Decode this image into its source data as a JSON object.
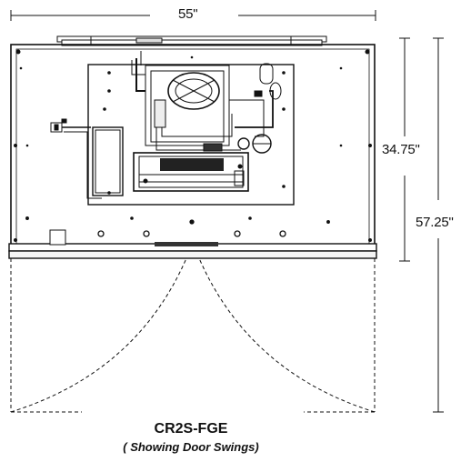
{
  "dimensions": {
    "width": "55\"",
    "depth": "34.75\"",
    "depth_with_doors": "57.25\""
  },
  "model": {
    "name": "CR2S-FGE",
    "note": "( Showing Door Swings)"
  },
  "colors": {
    "line": "#111111",
    "panel_bg": "#ffffff",
    "dark": "#222222"
  }
}
